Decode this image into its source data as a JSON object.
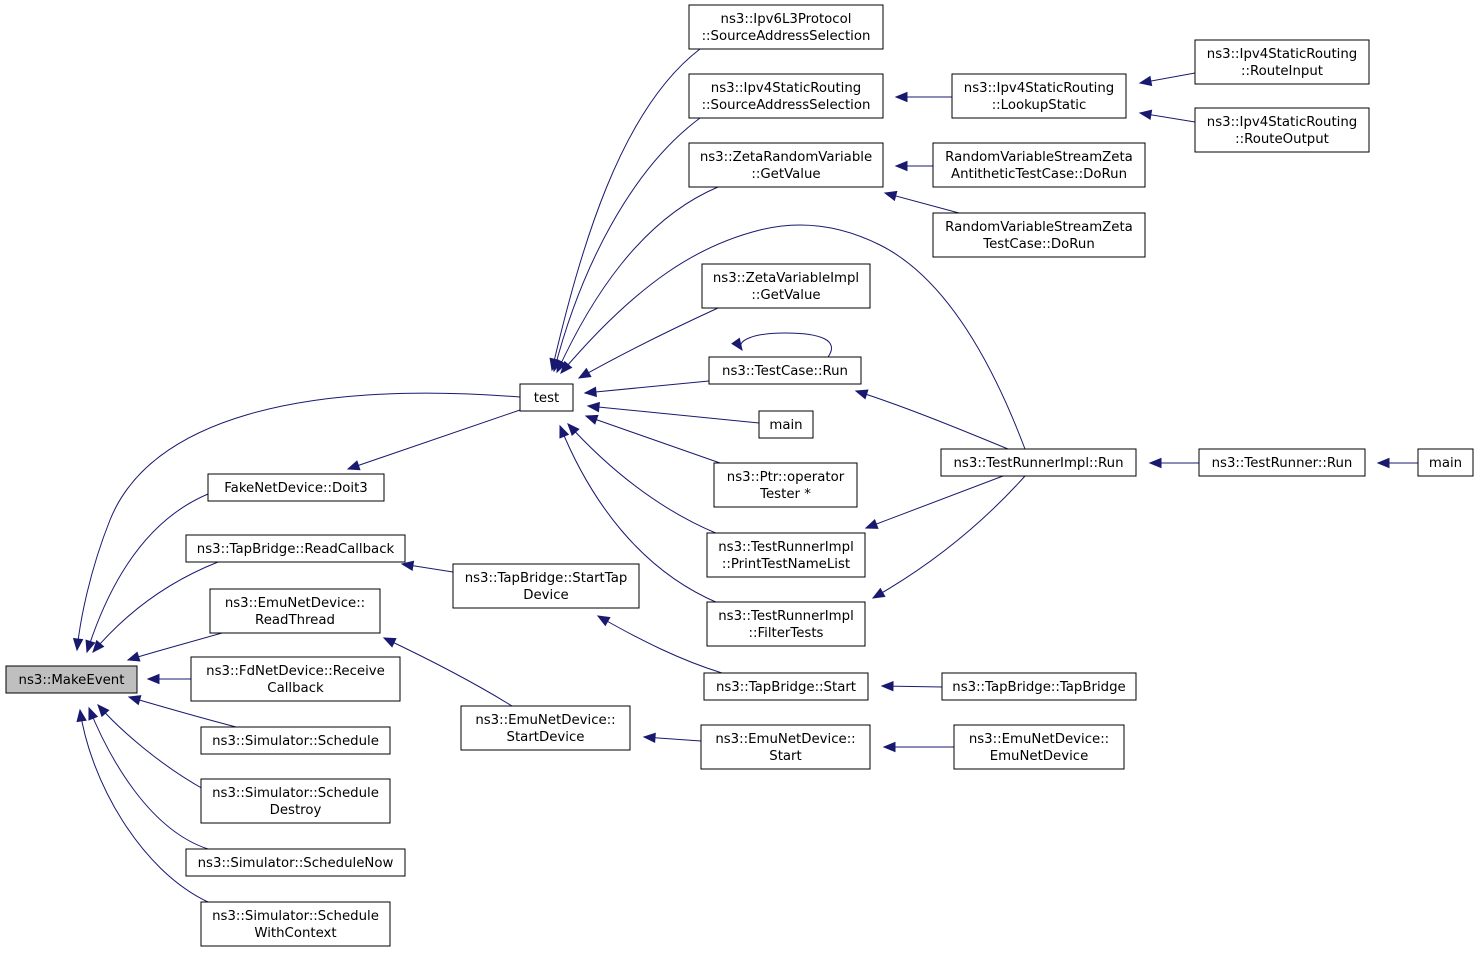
{
  "graph": {
    "nodes": [
      {
        "id": "makeevent",
        "lines": [
          "ns3::MakeEvent"
        ],
        "root": true
      },
      {
        "id": "test",
        "lines": [
          "test"
        ]
      },
      {
        "id": "fakenet",
        "lines": [
          "FakeNetDevice::Doit3"
        ]
      },
      {
        "id": "tap_readcb",
        "lines": [
          "ns3::TapBridge::ReadCallback"
        ]
      },
      {
        "id": "emu_readthread",
        "lines": [
          "ns3::EmuNetDevice::",
          "ReadThread"
        ]
      },
      {
        "id": "fd_recv",
        "lines": [
          "ns3::FdNetDevice::Receive",
          "Callback"
        ]
      },
      {
        "id": "sim_schedule",
        "lines": [
          "ns3::Simulator::Schedule"
        ]
      },
      {
        "id": "sim_destroy",
        "lines": [
          "ns3::Simulator::Schedule",
          "Destroy"
        ]
      },
      {
        "id": "sim_now",
        "lines": [
          "ns3::Simulator::ScheduleNow"
        ]
      },
      {
        "id": "sim_ctx",
        "lines": [
          "ns3::Simulator::Schedule",
          "WithContext"
        ]
      },
      {
        "id": "tap_starttap",
        "lines": [
          "ns3::TapBridge::StartTap",
          "Device"
        ]
      },
      {
        "id": "emu_startdevice",
        "lines": [
          "ns3::EmuNetDevice::",
          "StartDevice"
        ]
      },
      {
        "id": "ipv6_sas",
        "lines": [
          "ns3::Ipv6L3Protocol",
          "::SourceAddressSelection"
        ]
      },
      {
        "id": "ipv4_sas",
        "lines": [
          "ns3::Ipv4StaticRouting",
          "::SourceAddressSelection"
        ]
      },
      {
        "id": "zeta_getvalue",
        "lines": [
          "ns3::ZetaRandomVariable",
          "::GetValue"
        ]
      },
      {
        "id": "zetaimpl_getvalue",
        "lines": [
          "ns3::ZetaVariableImpl",
          "::GetValue"
        ]
      },
      {
        "id": "testcase_run",
        "lines": [
          "ns3::TestCase::Run"
        ]
      },
      {
        "id": "main1",
        "lines": [
          "main"
        ]
      },
      {
        "id": "ptr_op",
        "lines": [
          "ns3::Ptr::operator",
          "Tester *"
        ]
      },
      {
        "id": "tri_print",
        "lines": [
          "ns3::TestRunnerImpl",
          "::PrintTestNameList"
        ]
      },
      {
        "id": "tri_filter",
        "lines": [
          "ns3::TestRunnerImpl",
          "::FilterTests"
        ]
      },
      {
        "id": "tap_start",
        "lines": [
          "ns3::TapBridge::Start"
        ]
      },
      {
        "id": "emu_start",
        "lines": [
          "ns3::EmuNetDevice::",
          "Start"
        ]
      },
      {
        "id": "ipv4_lookup",
        "lines": [
          "ns3::Ipv4StaticRouting",
          "::LookupStatic"
        ]
      },
      {
        "id": "rvs_anti",
        "lines": [
          "RandomVariableStreamZeta",
          "AntitheticTestCase::DoRun"
        ]
      },
      {
        "id": "rvs_zeta",
        "lines": [
          "RandomVariableStreamZeta",
          "TestCase::DoRun"
        ]
      },
      {
        "id": "tri_run",
        "lines": [
          "ns3::TestRunnerImpl::Run"
        ]
      },
      {
        "id": "tap_ctor",
        "lines": [
          "ns3::TapBridge::TapBridge"
        ]
      },
      {
        "id": "emu_ctor",
        "lines": [
          "ns3::EmuNetDevice::",
          "EmuNetDevice"
        ]
      },
      {
        "id": "ipv4_routeinput",
        "lines": [
          "ns3::Ipv4StaticRouting",
          "::RouteInput"
        ]
      },
      {
        "id": "ipv4_routeoutput",
        "lines": [
          "ns3::Ipv4StaticRouting",
          "::RouteOutput"
        ]
      },
      {
        "id": "testrunner_run",
        "lines": [
          "ns3::TestRunner::Run"
        ]
      },
      {
        "id": "main2",
        "lines": [
          "main"
        ]
      }
    ],
    "edges": [
      {
        "from": "test",
        "to": "makeevent"
      },
      {
        "from": "fakenet",
        "to": "makeevent"
      },
      {
        "from": "tap_readcb",
        "to": "makeevent"
      },
      {
        "from": "emu_readthread",
        "to": "makeevent"
      },
      {
        "from": "fd_recv",
        "to": "makeevent"
      },
      {
        "from": "sim_schedule",
        "to": "makeevent"
      },
      {
        "from": "sim_destroy",
        "to": "makeevent"
      },
      {
        "from": "sim_now",
        "to": "makeevent"
      },
      {
        "from": "sim_ctx",
        "to": "makeevent"
      },
      {
        "from": "test",
        "to": "fakenet"
      },
      {
        "from": "tap_starttap",
        "to": "tap_readcb"
      },
      {
        "from": "emu_startdevice",
        "to": "emu_readthread"
      },
      {
        "from": "ipv6_sas",
        "to": "test"
      },
      {
        "from": "ipv4_sas",
        "to": "test"
      },
      {
        "from": "zeta_getvalue",
        "to": "test"
      },
      {
        "from": "tri_run",
        "to": "test"
      },
      {
        "from": "zetaimpl_getvalue",
        "to": "test"
      },
      {
        "from": "testcase_run",
        "to": "test"
      },
      {
        "from": "main1",
        "to": "test"
      },
      {
        "from": "ptr_op",
        "to": "test"
      },
      {
        "from": "tri_print",
        "to": "test"
      },
      {
        "from": "tri_filter",
        "to": "test"
      },
      {
        "from": "testcase_run",
        "to": "testcase_run"
      },
      {
        "from": "tap_start",
        "to": "tap_starttap"
      },
      {
        "from": "emu_start",
        "to": "emu_startdevice"
      },
      {
        "from": "ipv4_lookup",
        "to": "ipv4_sas"
      },
      {
        "from": "rvs_anti",
        "to": "zeta_getvalue"
      },
      {
        "from": "rvs_zeta",
        "to": "zeta_getvalue"
      },
      {
        "from": "tri_run",
        "to": "testcase_run"
      },
      {
        "from": "tri_run",
        "to": "tri_print"
      },
      {
        "from": "tri_run",
        "to": "tri_filter"
      },
      {
        "from": "tap_ctor",
        "to": "tap_start"
      },
      {
        "from": "emu_ctor",
        "to": "emu_start"
      },
      {
        "from": "ipv4_routeinput",
        "to": "ipv4_lookup"
      },
      {
        "from": "ipv4_routeoutput",
        "to": "ipv4_lookup"
      },
      {
        "from": "testrunner_run",
        "to": "tri_run"
      },
      {
        "from": "main2",
        "to": "testrunner_run"
      }
    ]
  },
  "colors": {
    "edge": "#191970",
    "root_fill": "#bfbfbf",
    "node_fill": "#ffffff",
    "node_border": "#000000"
  }
}
